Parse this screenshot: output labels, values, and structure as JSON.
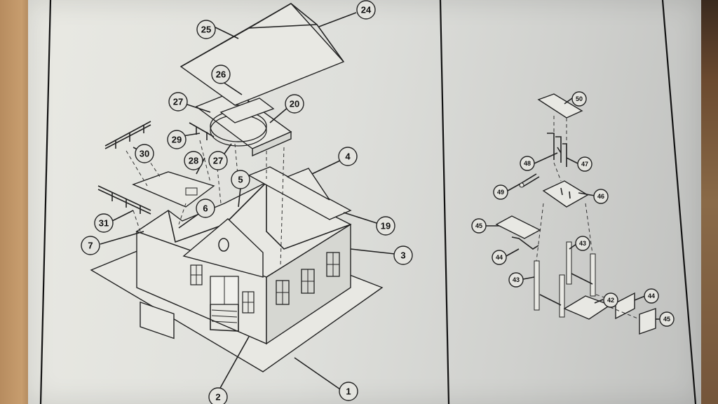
{
  "callouts": {
    "c1": "1",
    "c2": "2",
    "c3": "3",
    "c4": "4",
    "c5": "5",
    "c6": "6",
    "c7": "7",
    "c19": "19",
    "c20": "20",
    "c24": "24",
    "c25": "25",
    "c26": "26",
    "c27a": "27",
    "c27b": "27",
    "c28": "28",
    "c29": "29",
    "c30": "30",
    "c31": "31",
    "c42": "42",
    "c43a": "43",
    "c43b": "43",
    "c44a": "44",
    "c44b": "44",
    "c45a": "45",
    "c45b": "45",
    "c46": "46",
    "c47": "47",
    "c48": "48",
    "c49": "49",
    "c50": "50"
  },
  "colors": {
    "paper": "#dedfdb",
    "ink": "#222222",
    "wood": "#8a6a48"
  }
}
